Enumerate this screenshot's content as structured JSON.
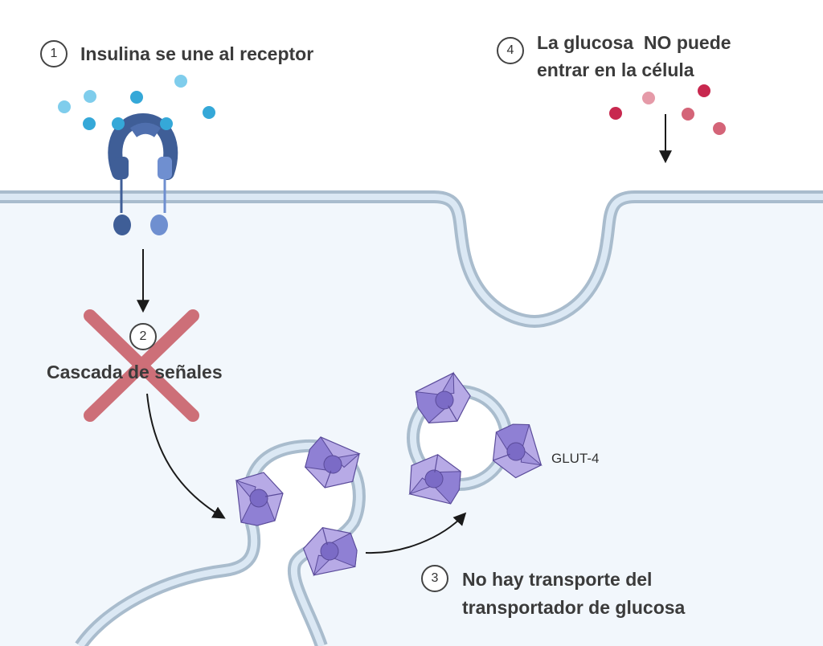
{
  "steps": [
    {
      "number": "1",
      "text": "Insulina se une al receptor"
    },
    {
      "number": "2",
      "text": "Cascada de señales"
    },
    {
      "number": "3",
      "line1": "No hay transporte del",
      "line2": "transportador de glucosa"
    },
    {
      "number": "4",
      "line1": "La glucosa  NO puede",
      "line2": "entrar en la célula"
    }
  ],
  "labels": {
    "glut4": "GLUT-4"
  },
  "colors": {
    "membrane_outer": "#a9bccd",
    "membrane_inner": "#dbe8f4",
    "cytoplasm": "#f2f7fc",
    "insulin": "#35a8d8",
    "receptor_dark": "#3f5e97",
    "receptor_light": "#6f8fd0",
    "glucose": "#c8284f",
    "glut4_light": "#b3a6e4",
    "glut4_dark": "#7c6cc8",
    "blocked_cross": "#cd6f78",
    "arrow": "#1a1a1a"
  }
}
